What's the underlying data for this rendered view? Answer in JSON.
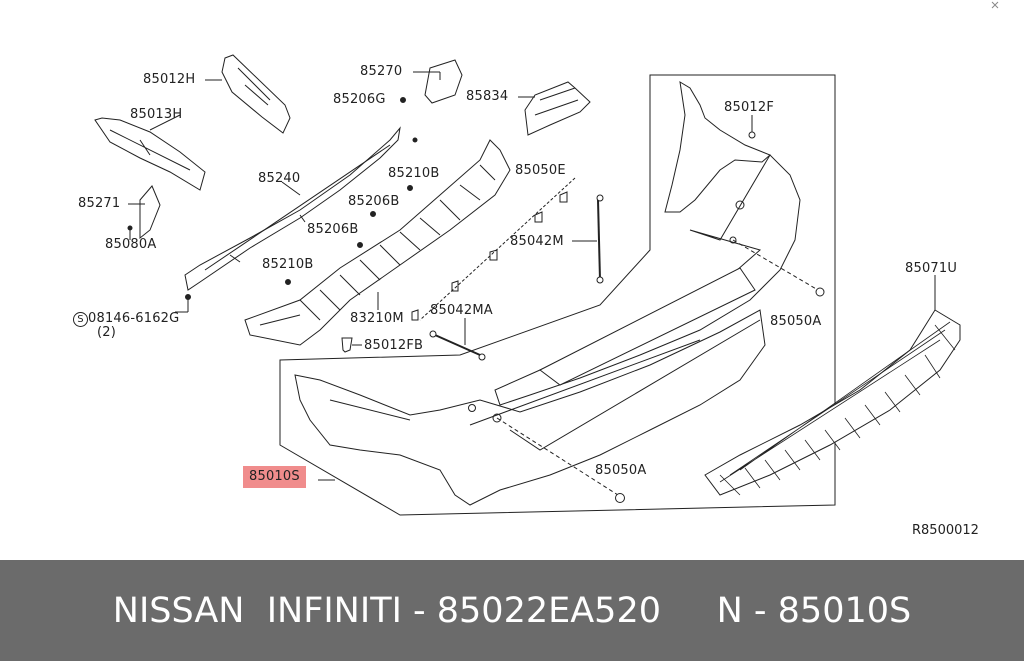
{
  "diagram": {
    "labels": [
      "85012H",
      "85013H",
      "85271",
      "85080A",
      "85270",
      "85206G",
      "85834",
      "85240",
      "85210B",
      "85206B",
      "85206B",
      "85210B",
      "85050E",
      "85042M",
      "85012F",
      "83210M",
      "85042MA",
      "85012FB",
      "08146-6162G",
      "(2)",
      "85071U",
      "85050A",
      "85050A",
      "85010S"
    ],
    "highlighted_part": "85010S",
    "reference_code": "R8500012",
    "colors": {
      "highlight": "#f08c8c",
      "footer": "#6b6b6b",
      "line": "#222222"
    }
  },
  "footer": {
    "text": "NISSAN  INFINITI - 85022EA520     N - 85010S",
    "background": "#6b6b6b"
  }
}
